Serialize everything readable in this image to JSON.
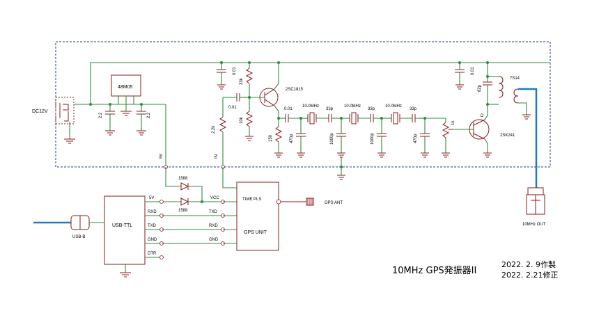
{
  "power": {
    "jack": "DC12V",
    "regulator": "48M05",
    "cap_a": "2.2",
    "cap_b": "2.2",
    "net_5v": "5V"
  },
  "oscillator": {
    "cap_top1": "0.01",
    "res_33k": "33k",
    "cap_base": "0.01",
    "transistor": "2SC1815",
    "res_10k": "10k",
    "res_22k": "2.2k",
    "net_in": "IN",
    "res_150": "150",
    "cap_emitter": "0.01",
    "cap_470p_a": "470p",
    "xtal1": "10.0MHz",
    "cap_33p_1": "33p",
    "cap_1000p_1": "1000p",
    "xtal2": "10.0MHz",
    "cap_33p_2": "33p",
    "cap_1000p_2": "1000p",
    "xtal3": "10.0MHz",
    "cap_33p_3": "33p",
    "cap_470p_b": "470p",
    "pot_1k": "1k",
    "fet": "2SK241",
    "fet_d": "D",
    "cap_top2": "0.01",
    "cap_82p": "82p",
    "coil": "7S14",
    "out_label": "10MHz OUT"
  },
  "diodes": {
    "d1": "1588",
    "d2": "1588"
  },
  "usb_ttl": {
    "name": "USB-TTL",
    "connector": "USB-B",
    "pins": [
      "5V",
      "RXD",
      "TXD",
      "GND",
      "DTR"
    ]
  },
  "gps": {
    "name": "GPS UNIT",
    "pins": [
      "TIME PLS",
      "VCC",
      "TXD",
      "RXD",
      "GND"
    ],
    "ant": "GPS ANT"
  },
  "title": "10MHz GPS発振器II",
  "dates": [
    "2022. 2. 9作製",
    "2022. 2.21修正"
  ],
  "colors": {
    "wire": "#2e8b3c",
    "part": "#8b1a1a",
    "border": "#1a3a8c",
    "cable": "#1e7bbf"
  }
}
